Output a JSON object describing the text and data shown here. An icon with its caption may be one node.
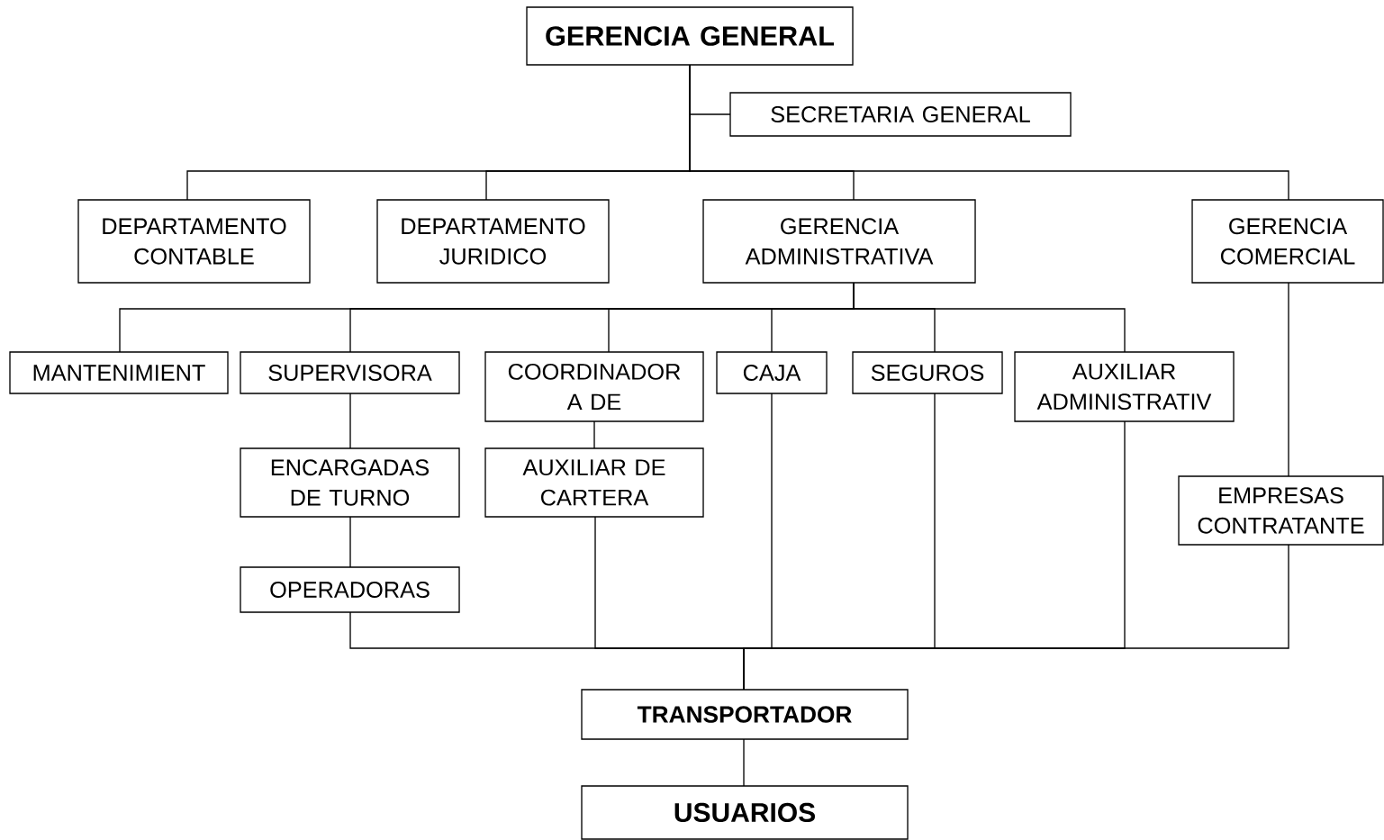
{
  "diagram": {
    "nodes": [
      {
        "text": [
          "GERENCIA GENERAL"
        ]
      },
      {
        "text": [
          "SECRETARIA GENERAL"
        ]
      },
      {
        "text": [
          "DEPARTAMENTO CONTABLE"
        ]
      },
      {
        "text": [
          "DEPARTAMENTO JURIDICO"
        ]
      },
      {
        "text": [
          "GERENCIA ADMINISTRATIVA"
        ]
      },
      {
        "text": [
          "GERENCIA COMERCIAL"
        ]
      },
      {
        "text": [
          "MANTENIMIENT"
        ]
      },
      {
        "text": [
          "SUPERVISORA"
        ]
      },
      {
        "text": [
          "COORDINADOR A DE"
        ]
      },
      {
        "text": [
          "CAJA"
        ]
      },
      {
        "text": [
          "SEGUROS"
        ]
      },
      {
        "text": [
          "AUXILIAR ADMINISTRATIV"
        ]
      },
      {
        "text": [
          "ENCARGADAS DE TURNO"
        ]
      },
      {
        "text": [
          "AUXILIAR DE CARTERA"
        ]
      },
      {
        "text": [
          "EMPRESAS CONTRATANTE"
        ]
      },
      {
        "text": [
          "OPERADORAS"
        ]
      },
      {
        "text": [
          "TRANSPORTADOR"
        ]
      },
      {
        "text": [
          "USUARIOS"
        ]
      }
    ],
    "edges": [
      {
        "from": 0,
        "to": 1,
        "arrow": "none"
      },
      {
        "from": 0,
        "to": 2,
        "arrow": "none"
      },
      {
        "from": 0,
        "to": 3,
        "arrow": "none"
      },
      {
        "from": 0,
        "to": 4,
        "arrow": "none"
      },
      {
        "from": 0,
        "to": 5,
        "arrow": "none"
      },
      {
        "from": 4,
        "to": 6,
        "arrow": "none"
      },
      {
        "from": 4,
        "to": 7,
        "arrow": "none"
      },
      {
        "from": 4,
        "to": 8,
        "arrow": "none"
      },
      {
        "from": 4,
        "to": 9,
        "arrow": "none"
      },
      {
        "from": 4,
        "to": 10,
        "arrow": "none"
      },
      {
        "from": 4,
        "to": 11,
        "arrow": "none"
      },
      {
        "from": 7,
        "to": 12,
        "arrow": "none"
      },
      {
        "from": 12,
        "to": 15,
        "arrow": "none"
      },
      {
        "from": 8,
        "to": 13,
        "arrow": "none"
      },
      {
        "from": 5,
        "to": 14,
        "arrow": "none"
      },
      {
        "from": 15,
        "to": 16,
        "arrow": "none"
      },
      {
        "from": 13,
        "to": 16,
        "arrow": "none"
      },
      {
        "from": 9,
        "to": 16,
        "arrow": "none"
      },
      {
        "from": 10,
        "to": 16,
        "arrow": "none"
      },
      {
        "from": 11,
        "to": 16,
        "arrow": "none"
      },
      {
        "from": 14,
        "to": 16,
        "arrow": "none"
      },
      {
        "from": 16,
        "to": 17,
        "arrow": "none"
      }
    ]
  }
}
